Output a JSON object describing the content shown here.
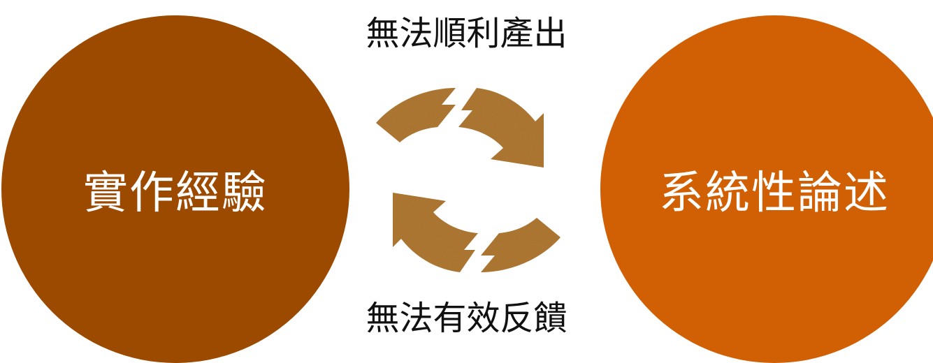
{
  "diagram": {
    "left_node": {
      "label": "實作經驗",
      "color": "#9c4a00"
    },
    "right_node": {
      "label": "系統性論述",
      "color": "#d06003"
    },
    "top_caption": "無法順利產出",
    "bottom_caption": "無法有效反饋",
    "arrow_color": "#b27a35",
    "text_color": "#111111"
  }
}
